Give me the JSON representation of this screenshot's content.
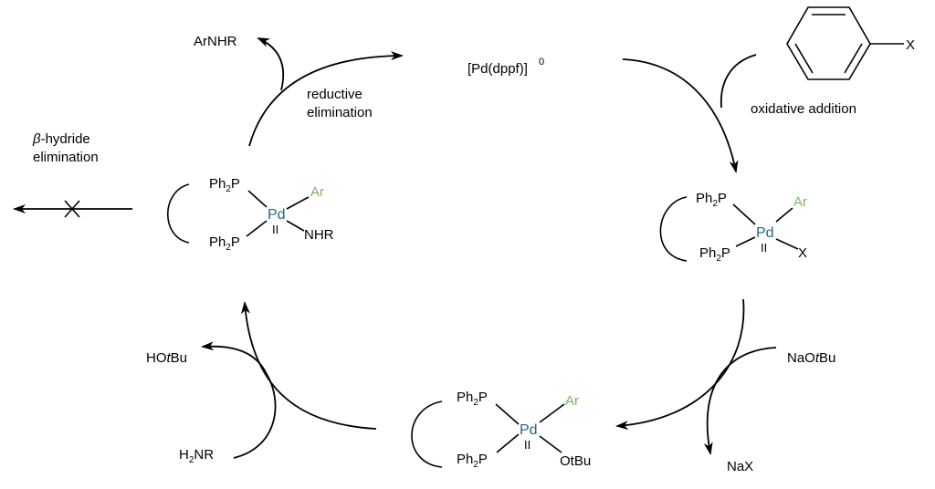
{
  "colors": {
    "palladium": "#1d6a80",
    "aryl": "#7bb55a",
    "ink": "#000000"
  },
  "catalyst": {
    "label": "[Pd(dppf)]",
    "charge": "0"
  },
  "aryl_halide": {
    "substituent": "X"
  },
  "steps": {
    "oxidative_addition": "oxidative addition",
    "reductive_elimination_line1": "reductive",
    "reductive_elimination_line2": "elimination",
    "beta_hydride_line1": "-hydride",
    "beta_hydride_symbol": "β",
    "beta_hydride_line2": "elimination"
  },
  "reagents": {
    "base_prefix": "NaO",
    "base_italic": "t",
    "base_suffix": "Bu",
    "salt": "NaX",
    "alcohol_prefix": "HO",
    "alcohol_italic": "t",
    "alcohol_suffix": "Bu",
    "amine_h": "H",
    "amine_sub": "2",
    "amine_rest": "NR",
    "product": "ArNHR"
  },
  "complexes": [
    {
      "id": "oxidative-adduct",
      "metal": "Pd",
      "ox_state": "II",
      "aryl": "Ar",
      "ligand": "X",
      "phosphine": "Ph",
      "phosphine_sub": "2",
      "phosphine_p": "P"
    },
    {
      "id": "alkoxide",
      "metal": "Pd",
      "ox_state": "II",
      "aryl": "Ar",
      "ligand": "OtBu",
      "phosphine": "Ph",
      "phosphine_sub": "2",
      "phosphine_p": "P"
    },
    {
      "id": "amido",
      "metal": "Pd",
      "ox_state": "II",
      "aryl": "Ar",
      "ligand": "NHR",
      "phosphine": "Ph",
      "phosphine_sub": "2",
      "phosphine_p": "P"
    }
  ]
}
